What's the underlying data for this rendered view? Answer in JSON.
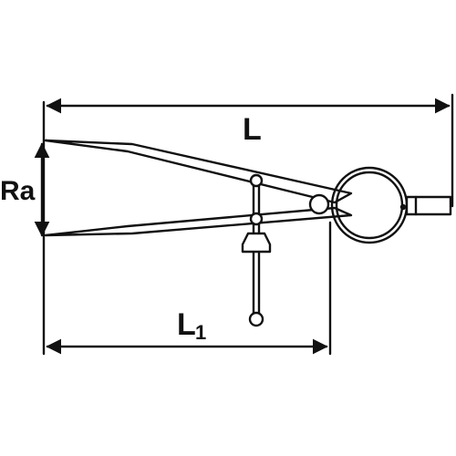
{
  "labels": {
    "overall_length": "L",
    "leg_length_main": "L",
    "leg_length_sub": "1",
    "radius": "Ra"
  },
  "colors": {
    "stroke": "#111111",
    "fill": "#ffffff"
  }
}
